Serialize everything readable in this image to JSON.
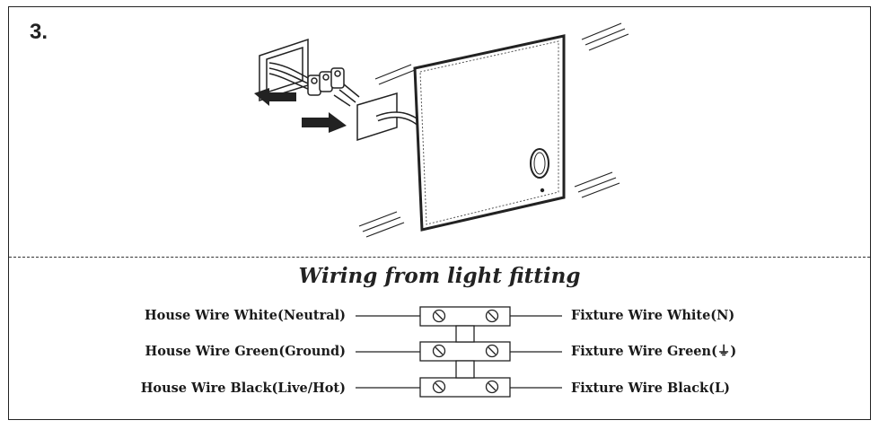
{
  "step": {
    "number": "3."
  },
  "wiring": {
    "title": "Wiring from light fitting",
    "rows": [
      {
        "house": "House Wire White(Neutral)",
        "fixture": "Fixture Wire White(N)"
      },
      {
        "house": "House Wire Green(Ground)",
        "fixture": "Fixture Wire Green(⏚)"
      },
      {
        "house": "House Wire Black(Live/Hot)",
        "fixture": "Fixture Wire Black(L)"
      }
    ]
  },
  "colors": {
    "line": "#222222",
    "background": "#ffffff"
  }
}
